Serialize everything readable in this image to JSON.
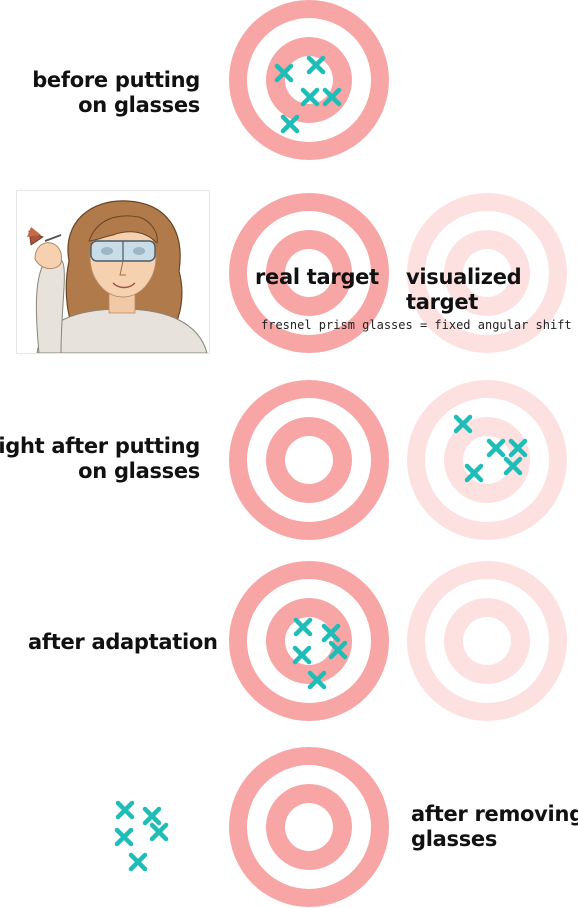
{
  "colors": {
    "ring_strong": "#f7a5a5",
    "ring_faint": "#fde1e1",
    "marker": "#1fbdb7",
    "text": "#111111"
  },
  "labels": {
    "before_line1": "before putting",
    "before_line2": "on glasses",
    "real_target": "real target",
    "visualized_target": "visualized target",
    "prism_note": "fresnel prism glasses = fixed angular shift",
    "right_after_line1": "right after putting",
    "right_after_line2": "on glasses",
    "after_adaptation": "after adaptation",
    "after_removing_line1": "after removing",
    "after_removing_line2": "glasses"
  },
  "icons": {
    "hit_marker": "x-mark-icon",
    "illustration": "person-with-dart-and-goggles"
  }
}
